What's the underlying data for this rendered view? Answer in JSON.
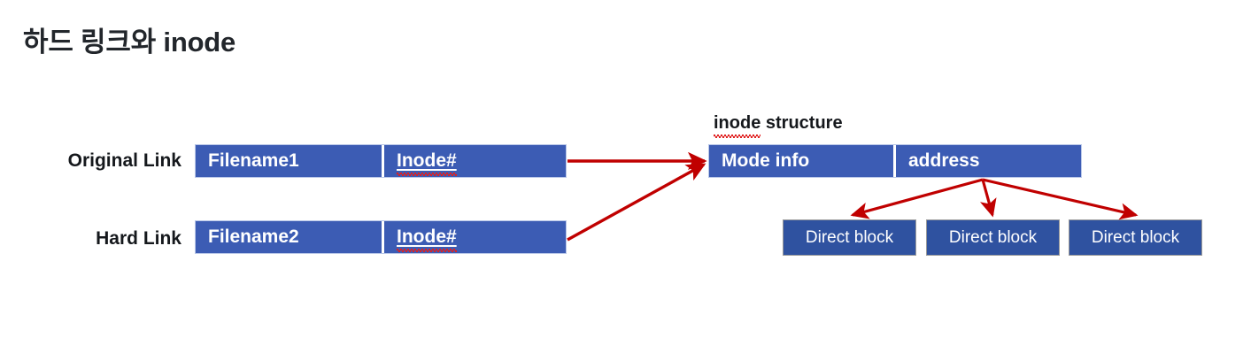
{
  "slide": {
    "title": "하드 링크와 inode",
    "background_color": "#ffffff"
  },
  "colors": {
    "bar_blue": "#3c5cb4",
    "bar_border": "#b9c7e8",
    "direct_block_blue": "#2f52a0",
    "direct_block_border": "#9a9a9a",
    "arrow_red": "#c00000",
    "spellcheck_red": "#e02020",
    "text_dark": "#15181c",
    "text_on_blue": "#ffffff"
  },
  "rows": [
    {
      "label": "Original Link",
      "cells": [
        {
          "text": "Filename1",
          "underlined": false,
          "spellcheck_flagged": false
        },
        {
          "text": "Inode#",
          "underlined": true,
          "spellcheck_flagged": true
        }
      ]
    },
    {
      "label": "Hard Link",
      "cells": [
        {
          "text": "Filename2",
          "underlined": false,
          "spellcheck_flagged": false
        },
        {
          "text": "Inode#",
          "underlined": true,
          "spellcheck_flagged": true
        }
      ]
    }
  ],
  "inode": {
    "caption": "inode structure",
    "caption_spellcheck_word": "inode",
    "cells": [
      {
        "text": "Mode info"
      },
      {
        "text": "address"
      }
    ],
    "direct_blocks": [
      {
        "text": "Direct block"
      },
      {
        "text": "Direct block"
      },
      {
        "text": "Direct block"
      }
    ]
  },
  "arrows": [
    {
      "name": "original-link-to-inode",
      "from": "Inode# (Original Link)",
      "to": "Mode info",
      "style": "straight-horizontal"
    },
    {
      "name": "hard-link-to-inode",
      "from": "Inode# (Hard Link)",
      "to": "Mode info",
      "style": "diagonal-up"
    },
    {
      "name": "address-to-direct-block-1",
      "from": "address",
      "to": "Direct block 1",
      "style": "diagonal-down-left"
    },
    {
      "name": "address-to-direct-block-2",
      "from": "address",
      "to": "Direct block 2",
      "style": "vertical-down"
    },
    {
      "name": "address-to-direct-block-3",
      "from": "address",
      "to": "Direct block 3",
      "style": "diagonal-down-right"
    }
  ]
}
